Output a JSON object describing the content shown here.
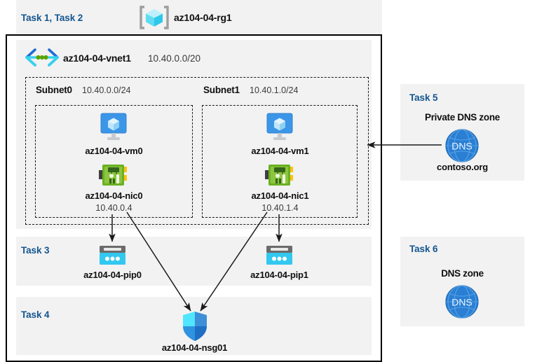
{
  "diagram": {
    "title_tasks": "Task 1, Task 2",
    "resource_group": {
      "icon": "resource-group-cube-icon",
      "name": "az104-04-rg1"
    },
    "vnet": {
      "icon": "virtual-network-icon",
      "name": "az104-04-vnet1",
      "cidr": "10.40.0.0/20"
    },
    "subnets": [
      {
        "name": "Subnet0",
        "cidr": "10.40.0.0/24",
        "vm": {
          "icon": "virtual-machine-icon",
          "name": "az104-04-vm0"
        },
        "nic": {
          "icon": "network-interface-icon",
          "name": "az104-04-nic0",
          "ip": "10.40.0.4"
        }
      },
      {
        "name": "Subnet1",
        "cidr": "10.40.1.0/24",
        "vm": {
          "icon": "virtual-machine-icon",
          "name": "az104-04-vm1"
        },
        "nic": {
          "icon": "network-interface-icon",
          "name": "az104-04-nic1",
          "ip": "10.40.1.4"
        }
      }
    ],
    "task3": {
      "label": "Task 3",
      "public_ips": [
        {
          "icon": "public-ip-address-icon",
          "name": "az104-04-pip0"
        },
        {
          "icon": "public-ip-address-icon",
          "name": "az104-04-pip1"
        }
      ]
    },
    "task4": {
      "label": "Task 4",
      "nsg": {
        "icon": "network-security-group-shield-icon",
        "name": "az104-04-nsg01"
      }
    },
    "task5": {
      "label": "Task 5",
      "title": "Private DNS zone",
      "icon": "dns-globe-icon",
      "icon_text": "DNS",
      "name": "contoso.org"
    },
    "task6": {
      "label": "Task 6",
      "title": "DNS zone",
      "icon": "dns-globe-icon",
      "icon_text": "DNS"
    },
    "colors": {
      "task_label": "#14558f",
      "panel_bg": "#f2f2f2",
      "border": "#000000",
      "dns_blue": "#2a7fd4",
      "pip_cyan": "#32c8f0",
      "nic_green": "#6ab023",
      "vm_blue": "#3c96e8",
      "arrow": "#1a1a1a"
    }
  }
}
